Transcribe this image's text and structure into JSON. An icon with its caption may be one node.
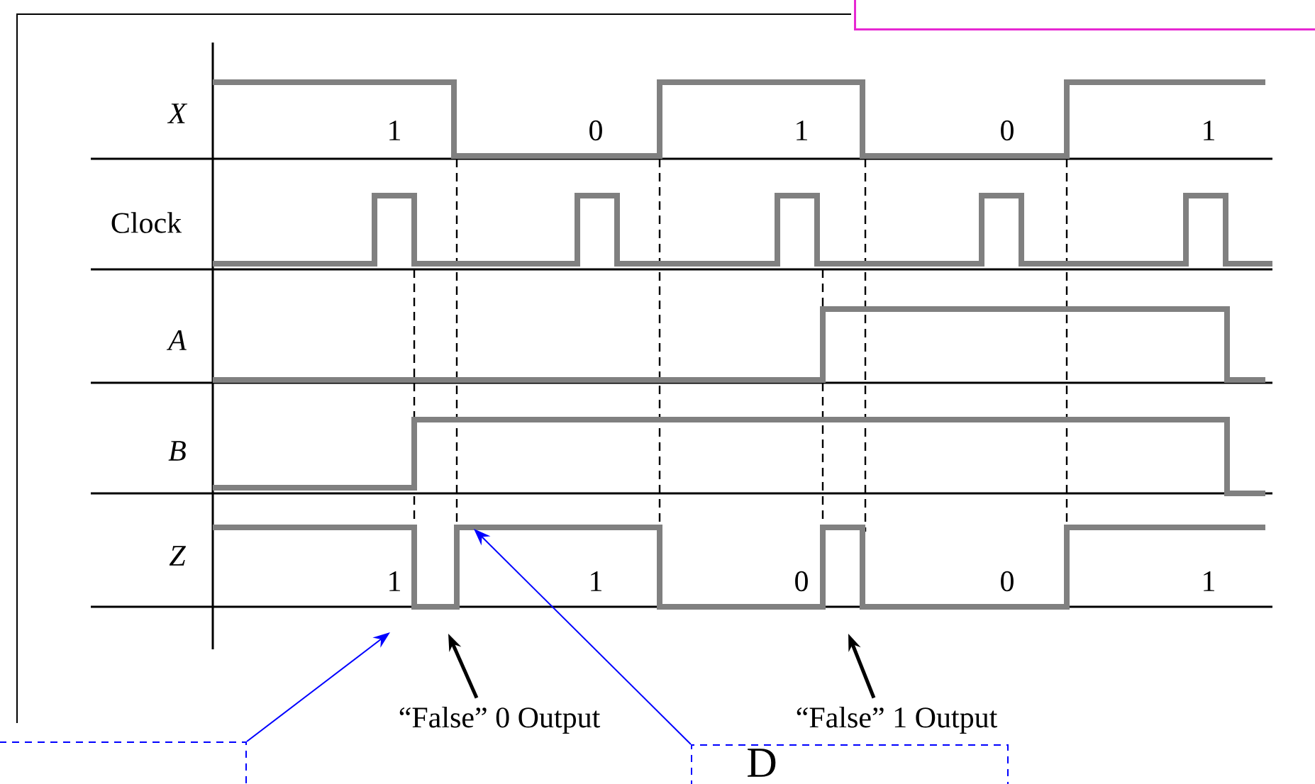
{
  "diagram": {
    "nodes": [
      {
        "text": [],
        "shape": "box"
      },
      {
        "text": [],
        "shape": "box"
      },
      {
        "text": [
          "D"
        ],
        "in": 1
      },
      {
        "text": [
          "“False” 0 Output"
        ]
      },
      {
        "text": [
          "“False” 1 Output"
        ]
      },
      {
        "text": [],
        "shape": "box"
      }
    ],
    "edges": [
      {
        "from": 0,
        "to": null,
        "arrow": "to",
        "color": "#0000ff"
      },
      {
        "from": 1,
        "to": null,
        "arrow": "to",
        "color": "#0000ff"
      },
      {
        "from": 3,
        "to": null,
        "arrow": "to",
        "style": "thick",
        "color": "#000000"
      },
      {
        "from": 4,
        "to": null,
        "arrow": "to",
        "style": "thick",
        "color": "#000000"
      }
    ],
    "labels": [
      "X",
      "1",
      "0",
      "1",
      "0",
      "1",
      "Clock",
      "A",
      "B",
      "Z",
      "1",
      "1",
      "0",
      "0",
      "1"
    ]
  }
}
